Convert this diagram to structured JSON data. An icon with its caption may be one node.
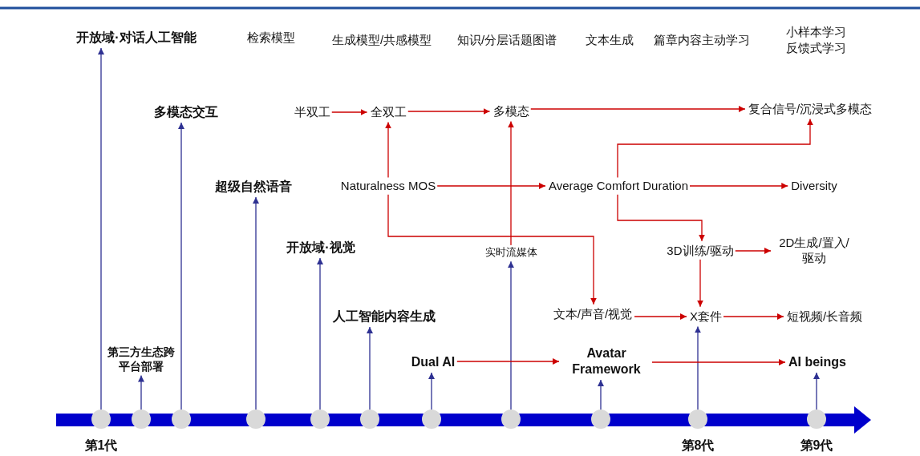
{
  "diagram": {
    "nodes": [
      {
        "text": [],
        "shape": "circle",
        "beside": [
          "第1代"
        ]
      },
      {
        "text": [],
        "shape": "circle"
      },
      {
        "text": [],
        "shape": "circle"
      },
      {
        "text": [],
        "shape": "circle"
      },
      {
        "text": [],
        "shape": "circle"
      },
      {
        "text": [],
        "shape": "circle"
      },
      {
        "text": [],
        "shape": "circle"
      },
      {
        "text": [],
        "shape": "circle"
      },
      {
        "text": [],
        "shape": "circle"
      },
      {
        "text": [],
        "shape": "circle",
        "beside": [
          "第8代"
        ]
      },
      {
        "text": [],
        "shape": "circle",
        "beside": [
          "第9代"
        ]
      },
      {
        "text": [
          "开放域·对话人工智能"
        ]
      },
      {
        "text": [
          "第三方生态跨平台部署"
        ]
      },
      {
        "text": [
          "多模态交互"
        ]
      },
      {
        "text": [
          "超级自然语音"
        ]
      },
      {
        "text": [
          "开放域·视觉"
        ]
      },
      {
        "text": [
          "人工智能内容生成"
        ]
      },
      {
        "text": [
          "Dual AI"
        ]
      },
      {
        "text": [
          "实时流媒体"
        ]
      },
      {
        "text": [
          "Avatar Framework"
        ]
      },
      {
        "text": [
          "X套件"
        ]
      },
      {
        "text": [
          "AI beings"
        ]
      },
      {
        "text": [
          "半双工"
        ]
      },
      {
        "text": [
          "全双工"
        ]
      },
      {
        "text": [
          "多模态"
        ]
      },
      {
        "text": [
          "复合信号/沉浸式多模态"
        ]
      },
      {
        "text": [
          "Naturalness MOS"
        ]
      },
      {
        "text": [
          "Average Comfort Duration"
        ]
      },
      {
        "text": [
          "Diversity"
        ]
      },
      {
        "text": [
          "3D训练/驱动"
        ]
      },
      {
        "text": [
          "2D生成/置入/驱动"
        ]
      },
      {
        "text": [
          "文本/声音/视觉"
        ]
      },
      {
        "text": [
          "短视频/长音频"
        ]
      }
    ],
    "edges": [
      {
        "from": 0,
        "to": 11,
        "arrow": "to",
        "color": "#2e3192"
      },
      {
        "from": 1,
        "to": 12,
        "arrow": "to",
        "color": "#2e3192"
      },
      {
        "from": 2,
        "to": 13,
        "arrow": "to",
        "color": "#2e3192"
      },
      {
        "from": 3,
        "to": 14,
        "arrow": "to",
        "color": "#2e3192"
      },
      {
        "from": 4,
        "to": 15,
        "arrow": "to",
        "color": "#2e3192"
      },
      {
        "from": 5,
        "to": 16,
        "arrow": "to",
        "color": "#2e3192"
      },
      {
        "from": 6,
        "to": 17,
        "arrow": "to",
        "color": "#2e3192"
      },
      {
        "from": 7,
        "to": 18,
        "arrow": "to",
        "color": "#2e3192"
      },
      {
        "from": 8,
        "to": 19,
        "arrow": "to",
        "color": "#2e3192"
      },
      {
        "from": 9,
        "to": 20,
        "arrow": "to",
        "color": "#2e3192"
      },
      {
        "from": 10,
        "to": 21,
        "arrow": "to",
        "color": "#2e3192"
      },
      {
        "from": 22,
        "to": 23,
        "arrow": "to"
      },
      {
        "from": 23,
        "to": 24,
        "arrow": "to"
      },
      {
        "from": 24,
        "to": 25,
        "arrow": "to"
      },
      {
        "from": 26,
        "to": 23,
        "arrow": "to"
      },
      {
        "from": 26,
        "to": 27,
        "arrow": "to"
      },
      {
        "from": 26,
        "to": 31,
        "arrow": "to"
      },
      {
        "from": 18,
        "to": 24,
        "arrow": "to"
      },
      {
        "from": 27,
        "to": 28,
        "arrow": "to"
      },
      {
        "from": 27,
        "to": 25,
        "arrow": "to"
      },
      {
        "from": 27,
        "to": 29,
        "arrow": "to"
      },
      {
        "from": 29,
        "to": 30,
        "arrow": "to"
      },
      {
        "from": 29,
        "to": 20,
        "arrow": "to"
      },
      {
        "from": 31,
        "to": 20,
        "arrow": "to"
      },
      {
        "from": 20,
        "to": 32,
        "arrow": "to"
      },
      {
        "from": 17,
        "to": 19,
        "arrow": "to"
      },
      {
        "from": 19,
        "to": 21,
        "arrow": "to"
      }
    ],
    "labels": [
      "检索模型",
      "生成模型/共感模型",
      "知识/分层话题图谱",
      "文本生成",
      "篇章内容主动学习",
      "小样本学习",
      "反馈式学习"
    ]
  }
}
